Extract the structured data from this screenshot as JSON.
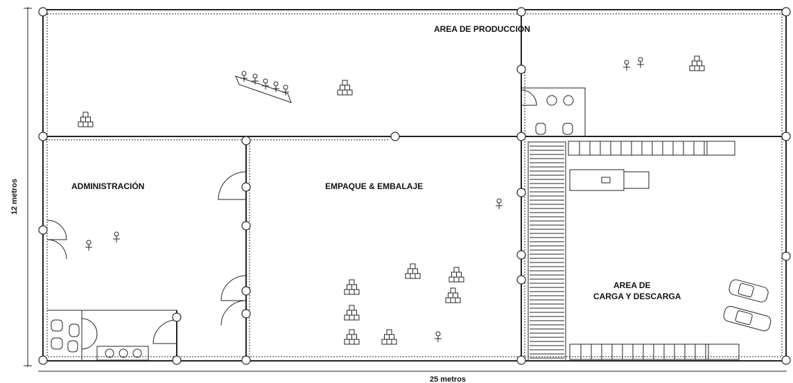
{
  "rooms": {
    "produccion": "AREA DE PRODUCCION",
    "administracion": "ADMINISTRACIÓN",
    "empaque": "EMPAQUE & EMBALAJE",
    "carga_line1": "AREA DE",
    "carga_line2": "CARGA Y DESCARGA"
  },
  "dimensions": {
    "width": "25 metros",
    "height": "12 metros"
  }
}
